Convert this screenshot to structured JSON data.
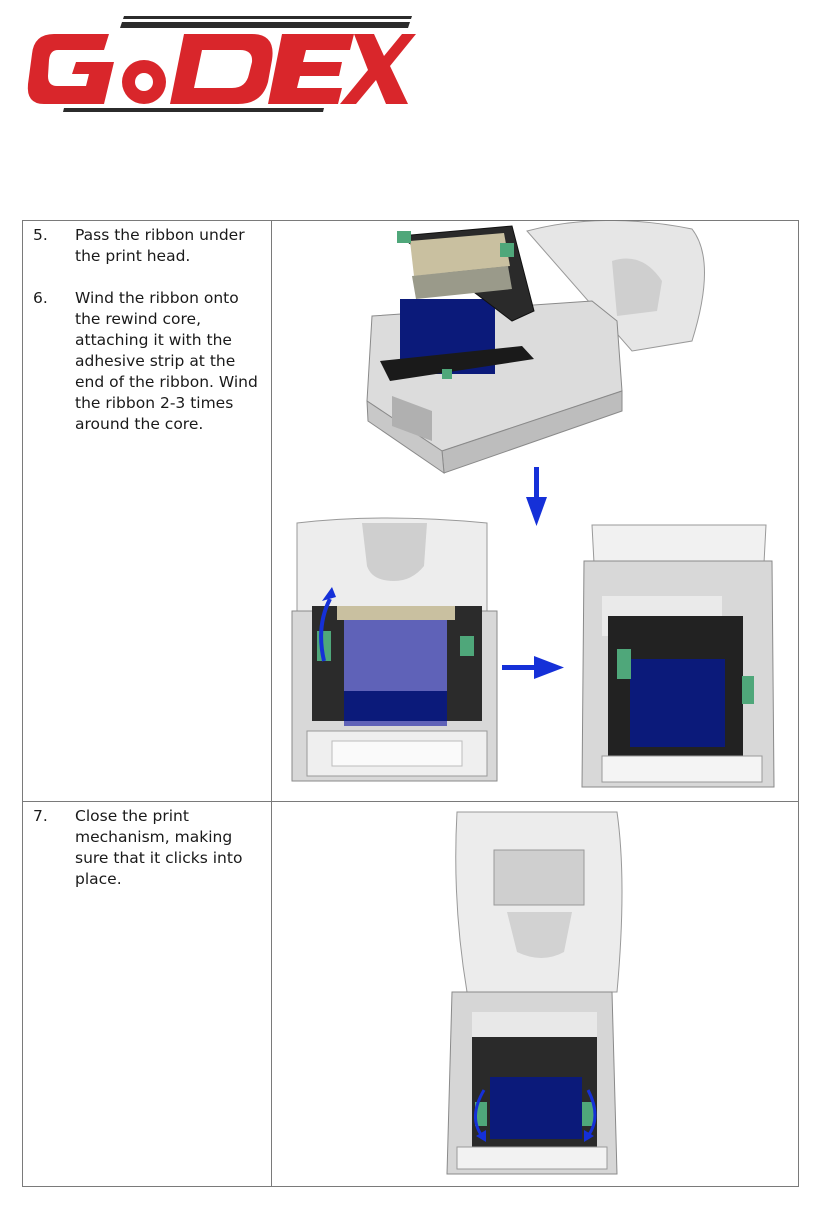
{
  "brand": {
    "name": "GoDEX",
    "colors": {
      "red": "#d9262b",
      "dark": "#2b2b2b"
    }
  },
  "steps": [
    {
      "num": "5.",
      "text": "Pass the ribbon under the print head."
    },
    {
      "num": "6.",
      "text": "Wind the ribbon onto the rewind core, attaching it with the adhesive strip at the end of the ribbon. Wind the ribbon 2-3 times around the core."
    },
    {
      "num": "7.",
      "text": "Close the print mechanism, making sure that it clicks into place."
    }
  ],
  "icons": [
    "arrow-down-icon",
    "arrow-right-icon",
    "rotate-arrow-icon"
  ],
  "colors": {
    "ribbon": "#0b1a7a",
    "arrow": "#1530d8",
    "green_clip": "#4fa77a"
  }
}
